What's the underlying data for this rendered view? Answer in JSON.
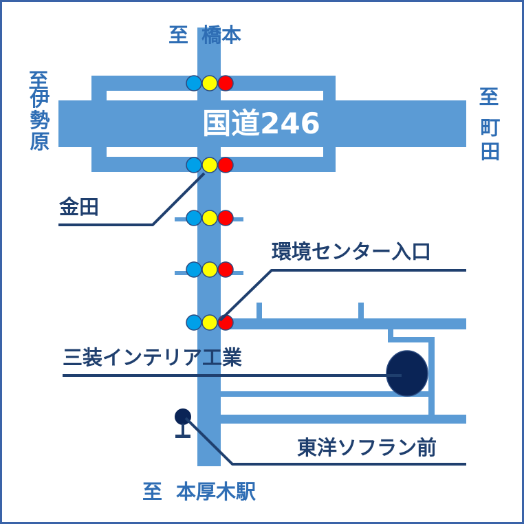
{
  "directions": {
    "north_prefix": "至",
    "north_place": "橋本",
    "west_prefix": "至",
    "west_place": "伊勢原",
    "east_prefix": "至",
    "east_place": "町田",
    "south_prefix": "至",
    "south_place": "本厚木駅"
  },
  "road_label": "国道246",
  "landmarks": {
    "kaneda": "金田",
    "environment_center": "環境センター入口",
    "sanso": "三装インテリア工業",
    "toyo": "東洋ソフラン前"
  },
  "colors": {
    "road": "#5b9bd5",
    "border": "#3a63a8",
    "text_blue": "#2e6db4",
    "leader_line": "#1f3f6e",
    "destination": "#0a2456",
    "light_blue": "#00a0e9",
    "light_yellow": "#ffff00",
    "light_red": "#ff0000",
    "road_label_text": "#ffffff"
  }
}
